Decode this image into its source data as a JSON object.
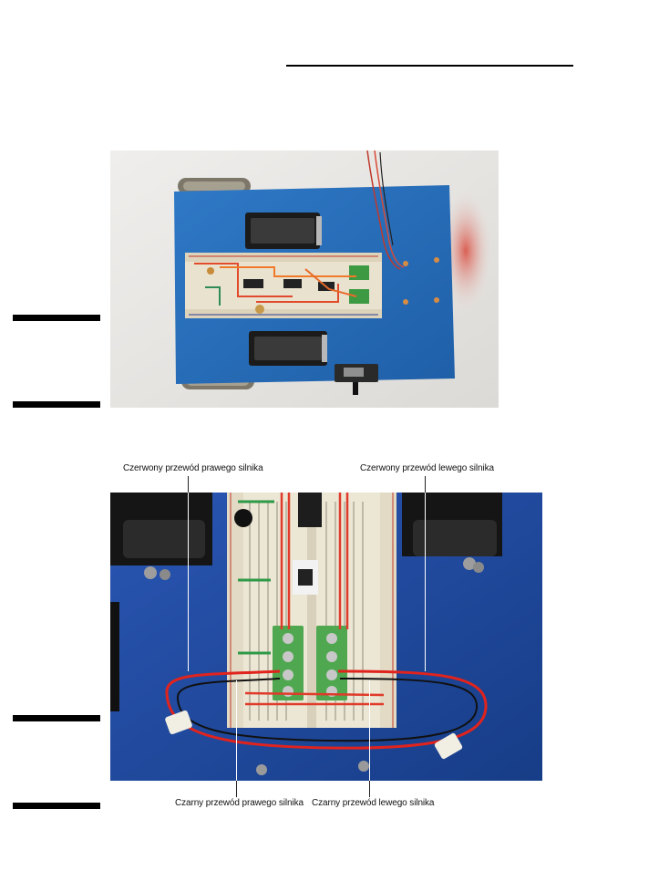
{
  "figure2": {
    "callouts": {
      "red_right": "Czerwony przewód prawego silnika",
      "red_left": "Czerwony przewód lewego silnika",
      "black_right": "Czarny przewód prawego silnika",
      "black_left": "Czarny przewód lewego silnika"
    }
  }
}
